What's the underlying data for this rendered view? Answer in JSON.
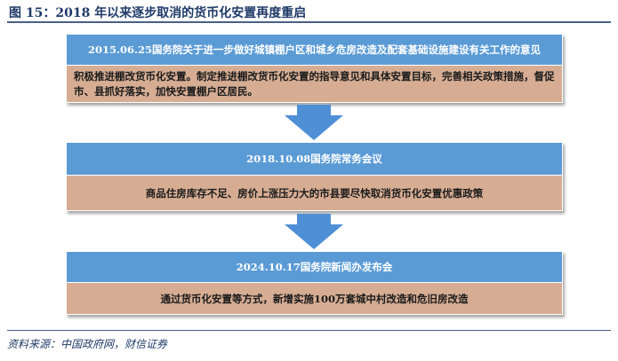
{
  "figure": {
    "title": "图 15：2018 年以来逐步取消的货币化安置再度重启",
    "source": "资料来源：中国政府网，财信证券"
  },
  "colors": {
    "header_bg": "#5b9bd5",
    "body_bg": "#d6ad93",
    "arrow": "#4f8fd6",
    "title_text": "#1f3a68"
  },
  "steps": [
    {
      "header": "2015.06.25国务院关于进一步做好城镇棚户区和城乡危房改造及配套基础设施建设有关工作的意见",
      "body": "积极推进棚改货币化安置。制定推进棚改货币化安置的指导意见和具体安置目标，完善相关政策措施，督促市、县抓好落实，加快安置棚户区居民。"
    },
    {
      "header": "2018.10.08国务院常务会议",
      "body": "商品住房库存不足、房价上涨压力大的市县要尽快取消货币化安置优惠政策"
    },
    {
      "header": "2024.10.17国务院新闻办发布会",
      "body": "通过货币化安置等方式，新增实施100万套城中村改造和危旧房改造"
    }
  ]
}
